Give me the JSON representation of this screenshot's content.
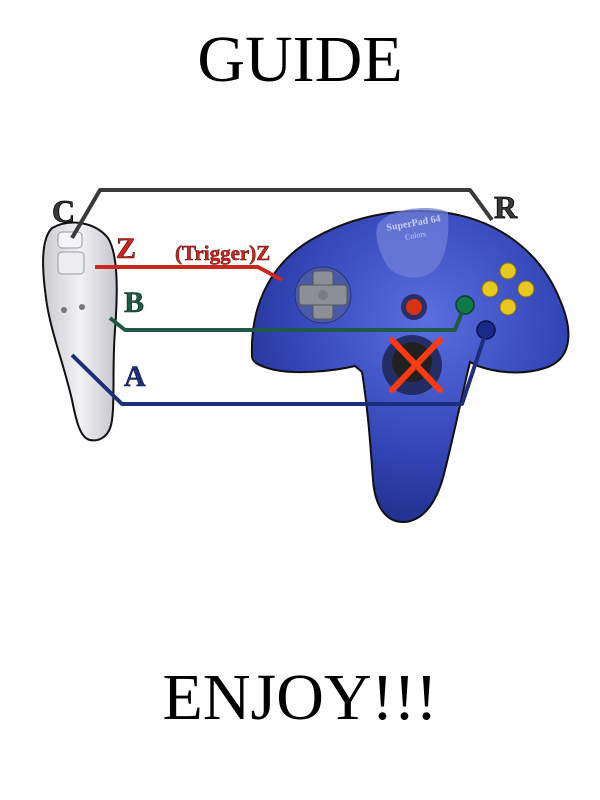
{
  "title": "GUIDE",
  "footer": "ENJOY!!!",
  "labels": {
    "c": "C",
    "r": "R",
    "z_left": "Z",
    "z_trigger": "(Trigger)Z",
    "b": "B",
    "a": "A"
  },
  "brand": {
    "line1": "SuperPad 64",
    "line2": "Colors"
  },
  "colors": {
    "c_r_line": "#3a3a3a",
    "z_line": "#c8281e",
    "b_line": "#1f5a48",
    "a_line": "#1c2f7a",
    "controller_body": "#3446b8",
    "nunchuk_body": "#e6e6ea",
    "yellow_buttons": "#e6c81e",
    "green_button": "#0f7a4a",
    "cross_mark": "#ff3a10"
  }
}
